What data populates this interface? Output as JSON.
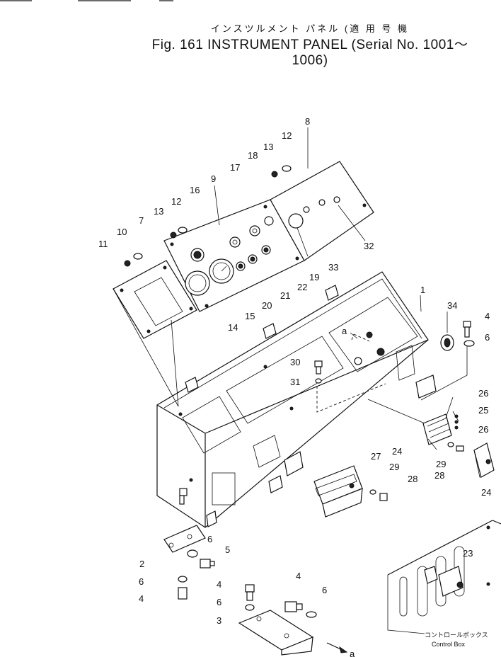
{
  "title": {
    "jp": "インスツルメント パネル (適 用 号 機",
    "en": "Fig. 161 INSTRUMENT PANEL (Serial No. 1001～1006)"
  },
  "callouts": [
    {
      "id": "c8a",
      "text": "8"
    },
    {
      "id": "c12a",
      "text": "12"
    },
    {
      "id": "c13a",
      "text": "13"
    },
    {
      "id": "c18",
      "text": "18"
    },
    {
      "id": "c17",
      "text": "17"
    },
    {
      "id": "c9",
      "text": "9"
    },
    {
      "id": "c16",
      "text": "16"
    },
    {
      "id": "c12b",
      "text": "12"
    },
    {
      "id": "c13b",
      "text": "13"
    },
    {
      "id": "c10",
      "text": "10"
    },
    {
      "id": "c7",
      "text": "7"
    },
    {
      "id": "c11",
      "text": "11"
    },
    {
      "id": "c32",
      "text": "32"
    },
    {
      "id": "c33",
      "text": "33"
    },
    {
      "id": "c19",
      "text": "19"
    },
    {
      "id": "c22",
      "text": "22"
    },
    {
      "id": "c21",
      "text": "21"
    },
    {
      "id": "c20",
      "text": "20"
    },
    {
      "id": "c15",
      "text": "15"
    },
    {
      "id": "c14",
      "text": "14"
    },
    {
      "id": "c1",
      "text": "1"
    },
    {
      "id": "c34",
      "text": "34"
    },
    {
      "id": "c4a",
      "text": "4"
    },
    {
      "id": "c6a",
      "text": "6"
    },
    {
      "id": "ca1",
      "text": "a"
    },
    {
      "id": "c30",
      "text": "30"
    },
    {
      "id": "c31",
      "text": "31"
    },
    {
      "id": "c26a",
      "text": "26"
    },
    {
      "id": "c25",
      "text": "25"
    },
    {
      "id": "c26b",
      "text": "26"
    },
    {
      "id": "c24a",
      "text": "24"
    },
    {
      "id": "c29a",
      "text": "29"
    },
    {
      "id": "c28a",
      "text": "28"
    },
    {
      "id": "c27",
      "text": "27"
    },
    {
      "id": "c29b",
      "text": "29"
    },
    {
      "id": "c28b",
      "text": "28"
    },
    {
      "id": "c24b",
      "text": "24"
    },
    {
      "id": "c6b",
      "text": "6"
    },
    {
      "id": "c5",
      "text": "5"
    },
    {
      "id": "c2",
      "text": "2"
    },
    {
      "id": "c6c",
      "text": "6"
    },
    {
      "id": "c4b",
      "text": "4"
    },
    {
      "id": "c4c",
      "text": "4"
    },
    {
      "id": "c6d",
      "text": "6"
    },
    {
      "id": "c4d",
      "text": "4"
    },
    {
      "id": "c6e",
      "text": "6"
    },
    {
      "id": "c3",
      "text": "3"
    },
    {
      "id": "ca2",
      "text": "a"
    },
    {
      "id": "c23",
      "text": "23"
    }
  ],
  "control_box_caption": {
    "jp": "コントロールボックス",
    "en": "Control Box"
  }
}
